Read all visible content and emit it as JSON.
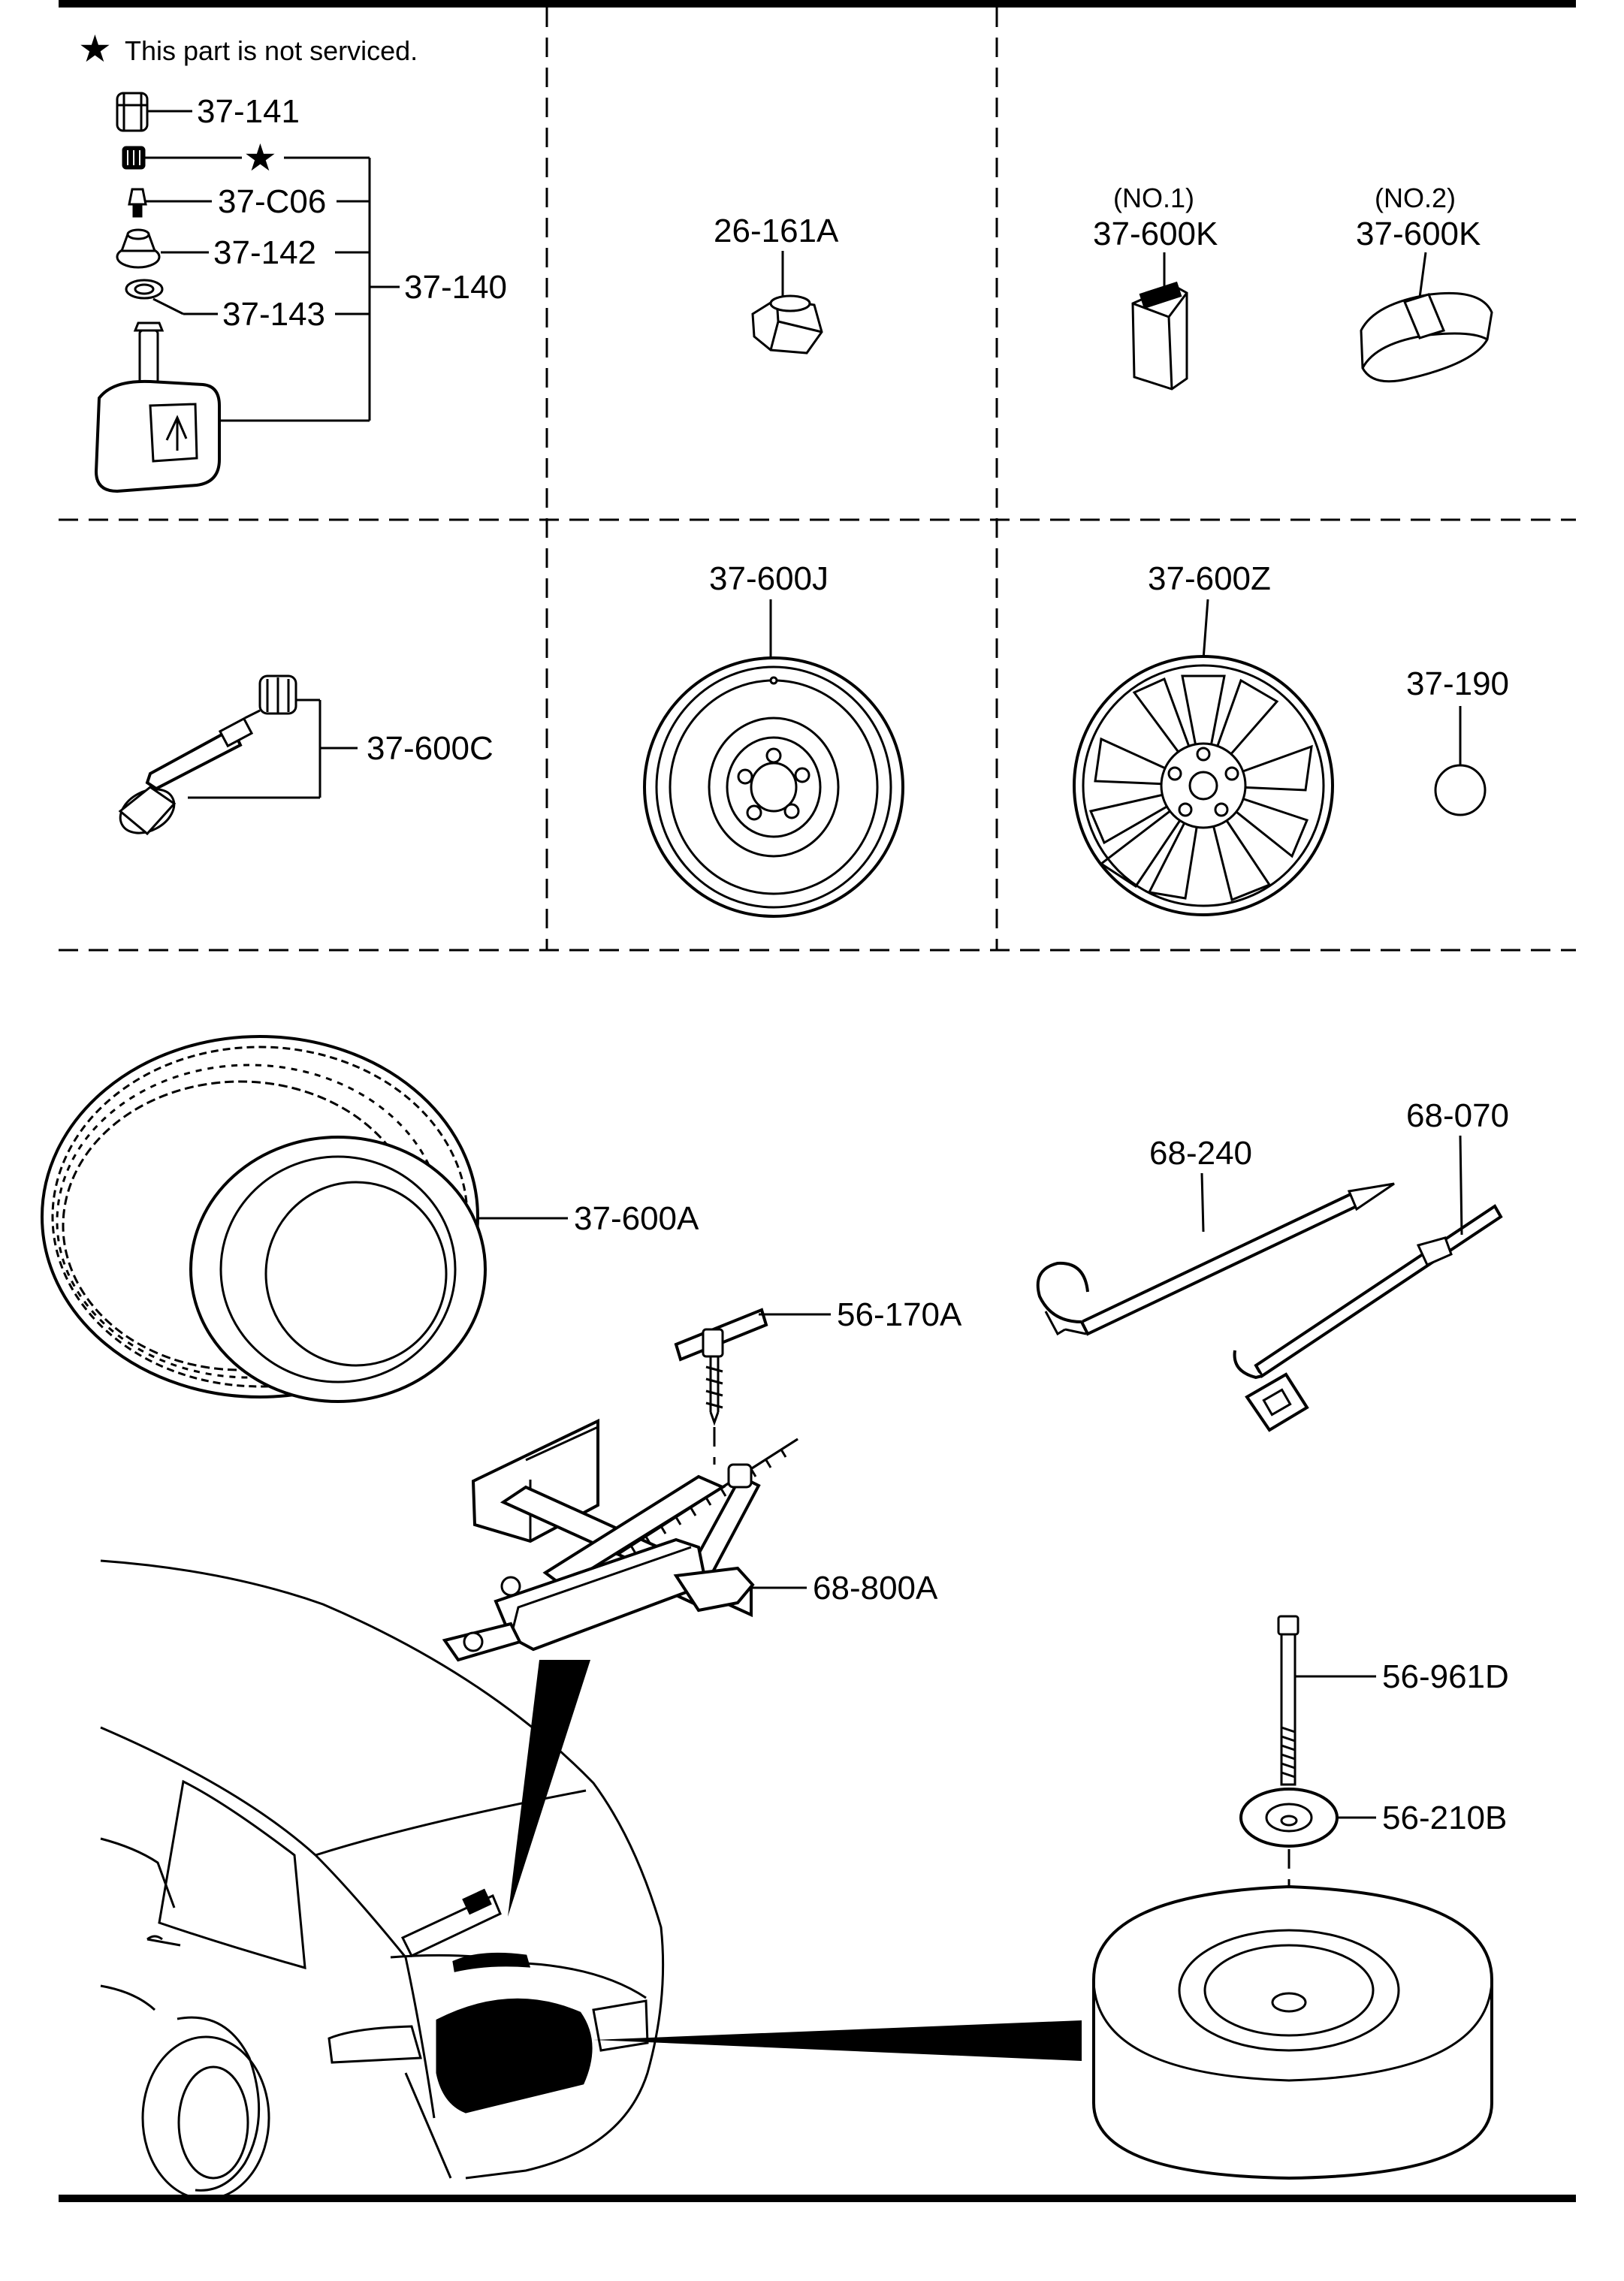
{
  "note": "This part is not serviced.",
  "note_symbol": "★",
  "cells": {
    "tpms": {
      "callouts": [
        "37-141",
        "37-C06",
        "37-142",
        "37-143"
      ],
      "group_label": "37-140",
      "star_symbol": "★"
    },
    "lug_nut": {
      "label": "26-161A"
    },
    "weights": {
      "weight_1": {
        "qualifier": "(NO.1)",
        "label": "37-600K"
      },
      "weight_2": {
        "qualifier": "(NO.2)",
        "label": "37-600K"
      }
    },
    "valve": {
      "label": "37-600C"
    },
    "steel_wheel": {
      "label": "37-600J"
    },
    "alloy_wheel": {
      "label": "37-600Z"
    },
    "emblem": {
      "label": "37-190"
    }
  },
  "lower": {
    "tire_label": "37-600A",
    "handle_label": "56-170A",
    "jack_label": "68-800A",
    "jack_bar_label": "68-240",
    "lug_wrench_label": "68-070",
    "bolt_label": "56-961D",
    "washer_label": "56-210B"
  },
  "colors": {
    "line": "#000000",
    "background": "#ffffff"
  }
}
